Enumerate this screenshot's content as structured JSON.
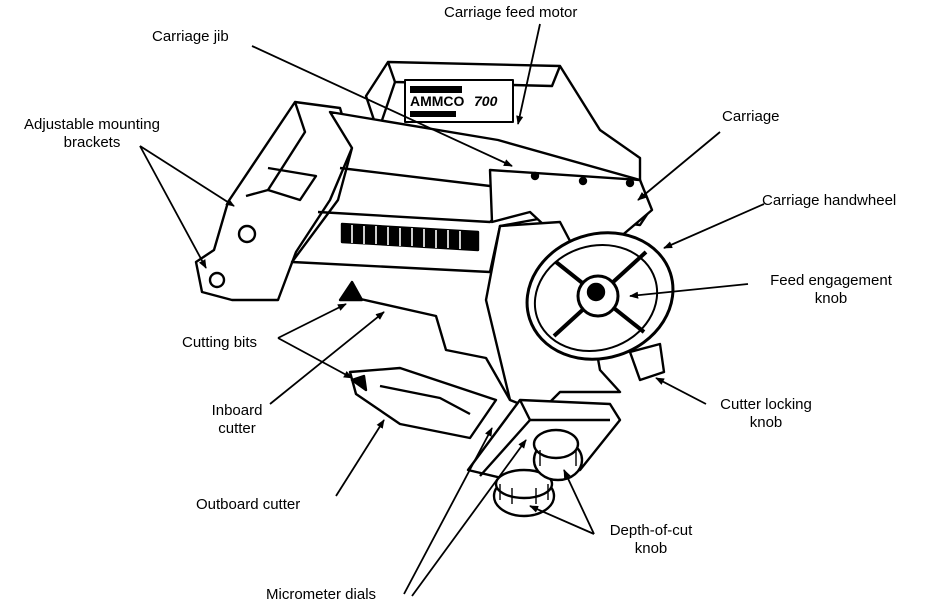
{
  "labels": {
    "carriage_feed_motor": "Carriage feed motor",
    "carriage_jib": "Carriage jib",
    "adjustable_mounting_brackets_1": "Adjustable mounting",
    "adjustable_mounting_brackets_2": "brackets",
    "carriage": "Carriage",
    "carriage_handwheel": "Carriage handwheel",
    "feed_engagement_knob_1": "Feed engagement",
    "feed_engagement_knob_2": "knob",
    "cutting_bits": "Cutting bits",
    "inboard_cutter_1": "Inboard",
    "inboard_cutter_2": "cutter",
    "cutter_locking_knob_1": "Cutter locking",
    "cutter_locking_knob_2": "knob",
    "outboard_cutter": "Outboard cutter",
    "depth_of_cut_knob_1": "Depth-of-cut",
    "depth_of_cut_knob_2": "knob",
    "micrometer_dials": "Micrometer dials"
  },
  "nameplate": {
    "brand": "AMMCO",
    "model": "700"
  }
}
